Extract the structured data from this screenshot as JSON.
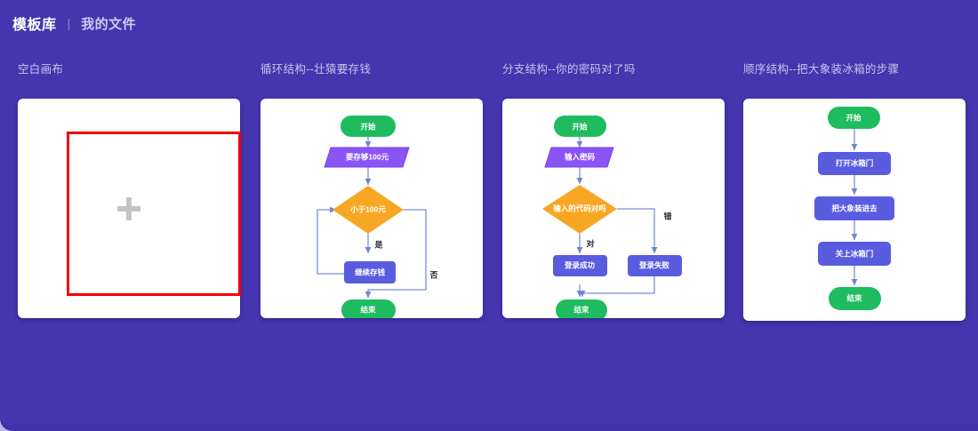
{
  "header": {
    "title": "模板库",
    "divider": "|",
    "link": "我的文件"
  },
  "colors": {
    "background": "#4535ab",
    "card": "#ffffff",
    "annotation": "#f40000",
    "start_end": "#1fbc5f",
    "process": "#5a5ce0",
    "io": "#8b55f6",
    "decision": "#f7a723",
    "edge": "#7b8fd4",
    "label_text": "#c7c4ea"
  },
  "templates": [
    {
      "label": "空白画布",
      "type": "blank",
      "plus_icon": "plus-icon"
    },
    {
      "label": "循环结构--壮猿要存钱",
      "type": "flowchart",
      "nodes": [
        {
          "id": "start",
          "text": "开始",
          "shape": "terminator"
        },
        {
          "id": "goal",
          "text": "要存够100元",
          "shape": "parallelogram"
        },
        {
          "id": "cond",
          "text": "小于100元",
          "shape": "diamond"
        },
        {
          "id": "save",
          "text": "继续存钱",
          "shape": "process"
        },
        {
          "id": "end",
          "text": "结束",
          "shape": "terminator"
        }
      ],
      "edges": [
        {
          "from": "start",
          "to": "goal",
          "label": ""
        },
        {
          "from": "goal",
          "to": "cond",
          "label": ""
        },
        {
          "from": "cond",
          "to": "save",
          "label": "是"
        },
        {
          "from": "save",
          "to": "cond",
          "label": ""
        },
        {
          "from": "cond",
          "to": "end",
          "label": "否"
        }
      ]
    },
    {
      "label": "分支结构--你的密码对了吗",
      "type": "flowchart",
      "nodes": [
        {
          "id": "start",
          "text": "开始",
          "shape": "terminator"
        },
        {
          "id": "input",
          "text": "输入密码",
          "shape": "parallelogram"
        },
        {
          "id": "cond",
          "text": "输入的代码对吗",
          "shape": "diamond"
        },
        {
          "id": "ok",
          "text": "登录成功",
          "shape": "process"
        },
        {
          "id": "fail",
          "text": "登录失败",
          "shape": "process"
        },
        {
          "id": "end",
          "text": "结束",
          "shape": "terminator"
        }
      ],
      "edges": [
        {
          "from": "start",
          "to": "input",
          "label": ""
        },
        {
          "from": "input",
          "to": "cond",
          "label": ""
        },
        {
          "from": "cond",
          "to": "ok",
          "label": "对"
        },
        {
          "from": "cond",
          "to": "fail",
          "label": "错"
        },
        {
          "from": "ok",
          "to": "end",
          "label": ""
        },
        {
          "from": "fail",
          "to": "end",
          "label": ""
        }
      ]
    },
    {
      "label": "顺序结构--把大象装冰箱的步骤",
      "type": "flowchart",
      "nodes": [
        {
          "id": "start",
          "text": "开始",
          "shape": "terminator"
        },
        {
          "id": "s1",
          "text": "打开冰箱门",
          "shape": "process"
        },
        {
          "id": "s2",
          "text": "把大象装进去",
          "shape": "process"
        },
        {
          "id": "s3",
          "text": "关上冰箱门",
          "shape": "process"
        },
        {
          "id": "end",
          "text": "结束",
          "shape": "terminator"
        }
      ],
      "edges": [
        {
          "from": "start",
          "to": "s1",
          "label": ""
        },
        {
          "from": "s1",
          "to": "s2",
          "label": ""
        },
        {
          "from": "s2",
          "to": "s3",
          "label": ""
        },
        {
          "from": "s3",
          "to": "end",
          "label": ""
        }
      ]
    }
  ]
}
